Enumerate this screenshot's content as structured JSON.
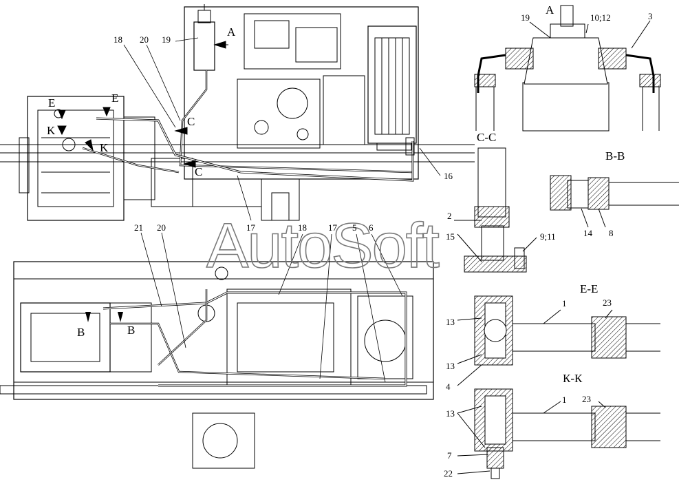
{
  "watermark": "AutoSoft",
  "callouts": {
    "c18a": "18",
    "c20a": "20",
    "c19a": "19",
    "vA": "A",
    "vE1": "E",
    "vE2": "E",
    "vK1": "K",
    "vK2": "K",
    "vC1": "C",
    "vC2": "C",
    "c16": "16",
    "c17a": "17",
    "c21": "21",
    "c20b": "20",
    "c18b": "18",
    "c17b": "17",
    "c5": "5",
    "c6": "6",
    "vB1": "B",
    "vB2": "B"
  },
  "views": {
    "a": {
      "title": "A",
      "labels": {
        "l19": "19",
        "l1012": "10;12",
        "l3": "3"
      }
    },
    "cc": {
      "title": "C-C",
      "labels": {
        "l2": "2",
        "l15": "15",
        "l911": "9;11"
      }
    },
    "bb": {
      "title": "B-B",
      "labels": {
        "l14": "14",
        "l8": "8"
      }
    },
    "ee": {
      "title": "E-E",
      "labels": {
        "l1": "1",
        "l23": "23",
        "l13a": "13",
        "l13b": "13",
        "l4": "4"
      }
    },
    "kk": {
      "title": "К-К",
      "labels": {
        "l1": "1",
        "l23": "23",
        "l13": "13",
        "l7": "7",
        "l22": "22"
      }
    }
  }
}
